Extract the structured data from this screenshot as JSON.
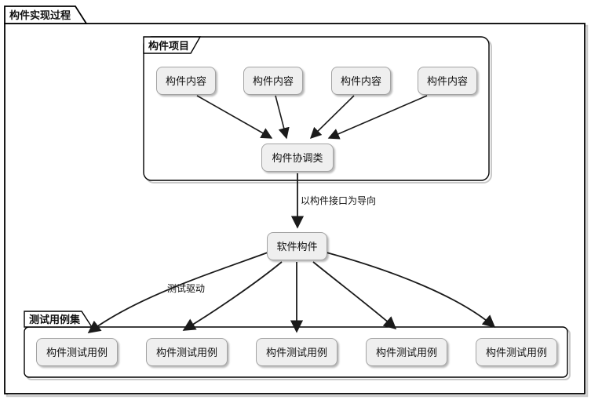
{
  "diagram": {
    "outer_frame": {
      "title": "构件实现过程"
    },
    "project_frame": {
      "title": "构件项目"
    },
    "testset_frame": {
      "title": "测试用例集"
    },
    "nodes": {
      "content_boxes": [
        "构件内容",
        "构件内容",
        "构件内容",
        "构件内容"
      ],
      "coordinator": "构件协调类",
      "software_component": "软件构件",
      "test_cases": [
        "构件测试用例",
        "构件测试用例",
        "构件测试用例",
        "构件测试用例",
        "构件测试用例"
      ]
    },
    "edge_labels": {
      "interface_oriented": "以构件接口为导向",
      "test_driven": "测试驱动"
    },
    "colors": {
      "background": "#ffffff",
      "node_fill": "#efefef",
      "node_border": "#a3a3a3",
      "frame_border": "#000000",
      "edge": "#1a1a1a",
      "shadow": "#c9c9c9"
    }
  }
}
